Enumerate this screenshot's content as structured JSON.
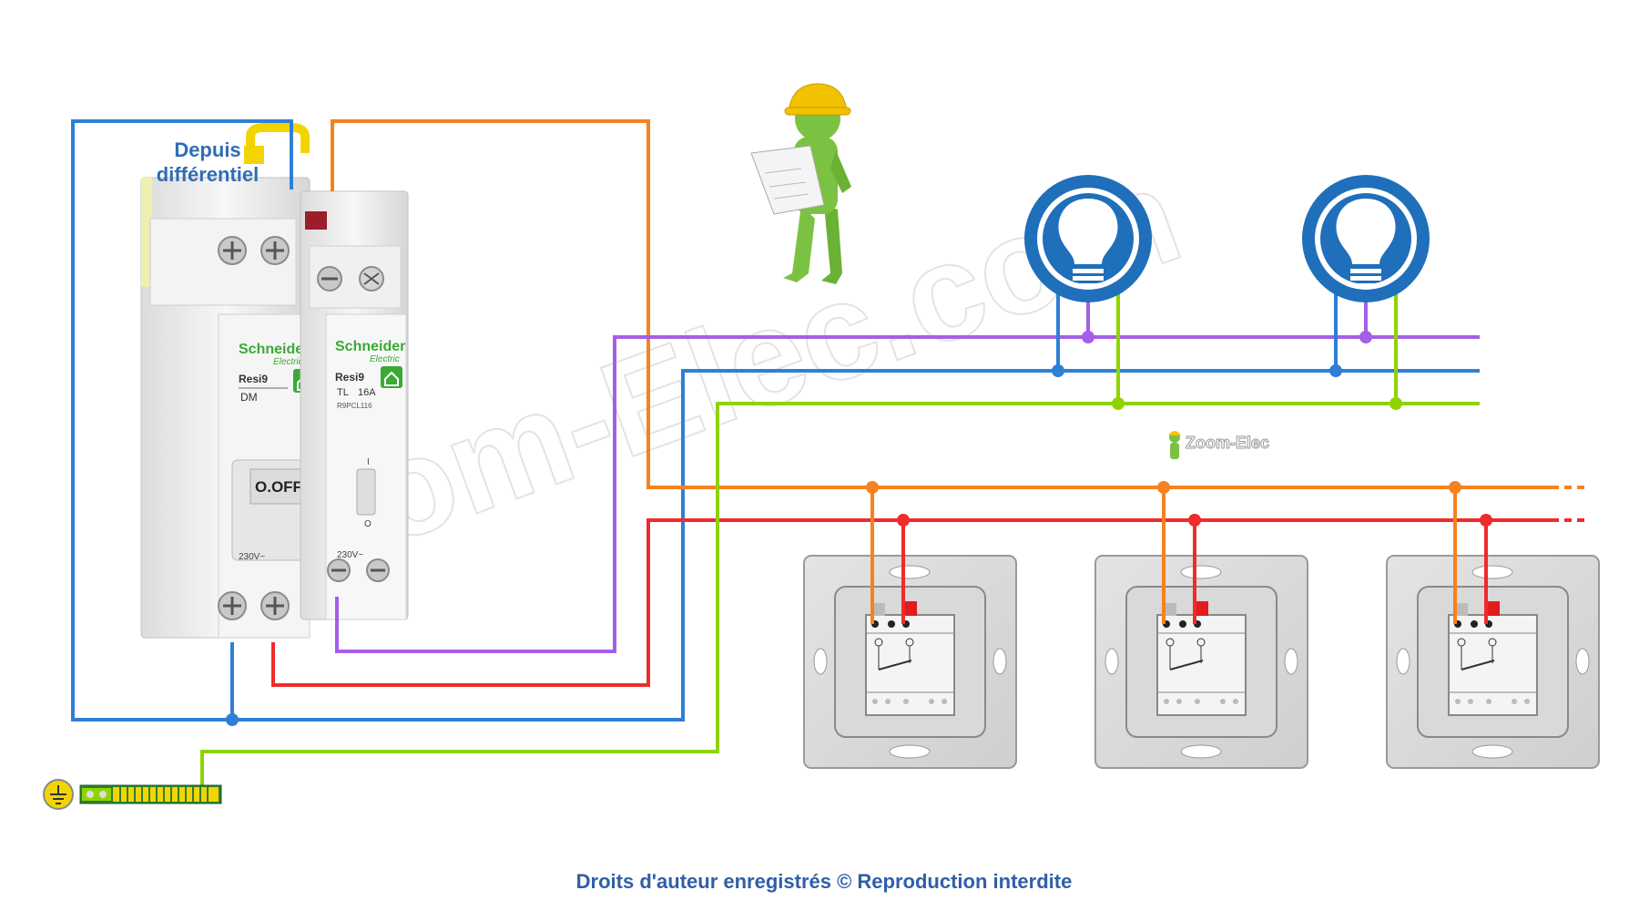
{
  "diagram": {
    "source_label_line1": "Depuis",
    "source_label_line2": "différentiel",
    "copyright": "Droits d'auteur enregistrés © Reproduction interdite",
    "watermark": "Zoom-Elec.com",
    "small_logo": "Zoom-Elec"
  },
  "breaker_left": {
    "brand": "Schneider",
    "brand_sub": "Electric",
    "series": "Resi9",
    "model": "DM",
    "handle_label": "O.OFF",
    "voltage": "230V~"
  },
  "relay_right": {
    "brand": "Schneider",
    "brand_sub": "Electric",
    "series": "Resi9",
    "model": "TL",
    "rating": "16A",
    "ref": "R9PCL116",
    "mark_on": "I",
    "mark_off": "O",
    "voltage": "230V~"
  },
  "colors": {
    "neutral": "#2f7fd6",
    "phase_out": "#ef2b2b",
    "phase_in": "#f5821f",
    "lamp_return": "#a55ee8",
    "earth": "#8fd400",
    "label_blue": "#2f6db5",
    "lamp_disc": "#1f6fba"
  },
  "icons": {
    "lamps": [
      "bulb-icon",
      "bulb-icon"
    ],
    "earth": "ground-icon",
    "worker": "worker-figure-icon",
    "pushbuttons": [
      "pushbutton-icon",
      "pushbutton-icon",
      "pushbutton-icon"
    ]
  }
}
